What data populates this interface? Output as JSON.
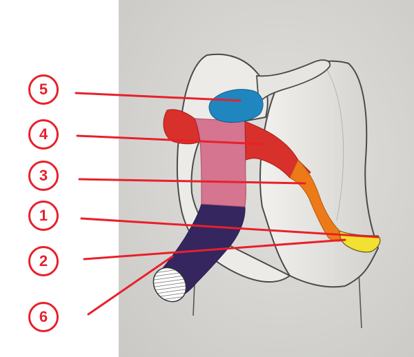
{
  "labels": [
    "5",
    "4",
    "3",
    "1",
    "2",
    "6"
  ],
  "colors": {
    "label_red": "#e8202a",
    "paper": "#d9d8d5",
    "bone": "#ecebe8",
    "segment_1": "#f2e130",
    "segment_2": "#352660",
    "segment_3": "#ec7a18",
    "segment_4": "#d8302a",
    "segment_5": "#1f86c0",
    "segment_6": "#d57590"
  }
}
